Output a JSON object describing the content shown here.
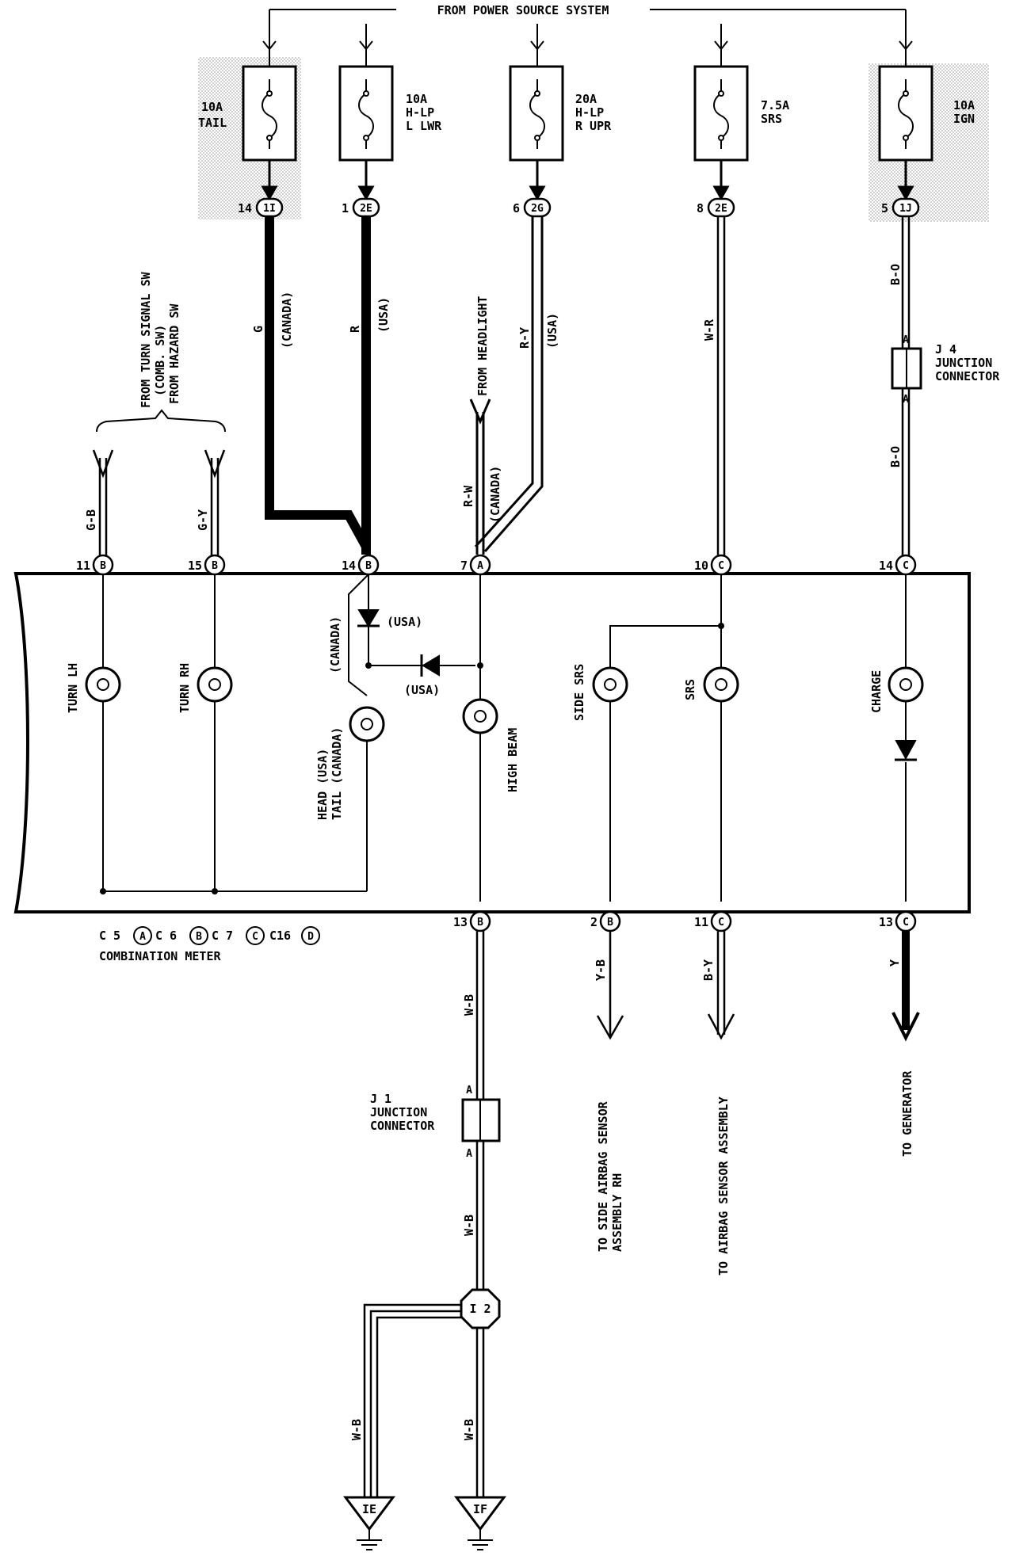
{
  "header": {
    "power_source": "FROM POWER SOURCE SYSTEM"
  },
  "fuses": [
    {
      "lines": [
        "10A",
        "TAIL"
      ]
    },
    {
      "lines": [
        "10A",
        "H-LP",
        "L LWR"
      ]
    },
    {
      "lines": [
        "20A",
        "H-LP",
        "R UPR"
      ]
    },
    {
      "lines": [
        "7.5A",
        "SRS"
      ]
    },
    {
      "lines": [
        "10A",
        "IGN"
      ]
    }
  ],
  "top_connectors": [
    {
      "pin": "14",
      "code": "1I"
    },
    {
      "pin": "1",
      "code": "2E"
    },
    {
      "pin": "6",
      "code": "2G"
    },
    {
      "pin": "8",
      "code": "2E"
    },
    {
      "pin": "5",
      "code": "1J"
    }
  ],
  "wire_labels": {
    "g": "G",
    "g_note": "(CANADA)",
    "r": "R",
    "r_note": "(USA)",
    "ry": "R-Y",
    "ry_note": "(USA)",
    "wr": "W-R",
    "bo_upper": "B-O",
    "bo_lower": "B-O",
    "rw": "R-W",
    "rw_note": "(CANADA)",
    "gb": "G-B",
    "gy": "G-Y",
    "wb_1": "W-B",
    "wb_2": "W-B",
    "wb_3": "W-B",
    "wb_4": "W-B",
    "yb": "Y-B",
    "by": "B-Y",
    "y": "Y"
  },
  "sources": {
    "turn_line1": "FROM TURN SIGNAL SW",
    "turn_line2": "(COMB. SW)",
    "turn_line3": "FROM HAZARD SW",
    "headlight": "FROM HEADLIGHT"
  },
  "junctions": {
    "j4": {
      "line1": "J 4",
      "line2": "JUNCTION",
      "line3": "CONNECTOR",
      "pin": "A"
    },
    "j1": {
      "line1": "J 1",
      "line2": "JUNCTION",
      "line3": "CONNECTOR",
      "pin": "A"
    },
    "i2": "I 2"
  },
  "meter_pins_top": [
    {
      "num": "11",
      "letter": "B"
    },
    {
      "num": "15",
      "letter": "B"
    },
    {
      "num": "14",
      "letter": "B"
    },
    {
      "num": "7",
      "letter": "A"
    },
    {
      "num": "10",
      "letter": "C"
    },
    {
      "num": "14",
      "letter": "C"
    }
  ],
  "meter_pins_bottom": [
    {
      "num": "13",
      "letter": "B"
    },
    {
      "num": "2",
      "letter": "B"
    },
    {
      "num": "11",
      "letter": "C"
    },
    {
      "num": "13",
      "letter": "C"
    }
  ],
  "lamps": {
    "turn_lh": "TURN LH",
    "turn_rh": "TURN RH",
    "head_line1": "HEAD (USA)",
    "head_line2": "TAIL (CANADA)",
    "high_beam": "HIGH BEAM",
    "side_srs": "SIDE SRS",
    "srs": "SRS",
    "charge": "CHARGE"
  },
  "diode_notes": {
    "usa_1": "(USA)",
    "usa_2": "(USA)",
    "canada": "(CANADA)"
  },
  "meter_caption": {
    "c5": "C 5",
    "a": "A",
    "c6": "C 6",
    "b": "B",
    "c7": "C 7",
    "c": "C",
    "c16": "C16",
    "d": "D",
    "title": "COMBINATION METER"
  },
  "destinations": {
    "side_airbag_line1": "TO SIDE AIRBAG SENSOR",
    "side_airbag_line2": "ASSEMBLY RH",
    "airbag": "TO AIRBAG SENSOR ASSEMBLY",
    "generator": "TO GENERATOR"
  },
  "grounds": [
    "IE",
    "IF"
  ]
}
